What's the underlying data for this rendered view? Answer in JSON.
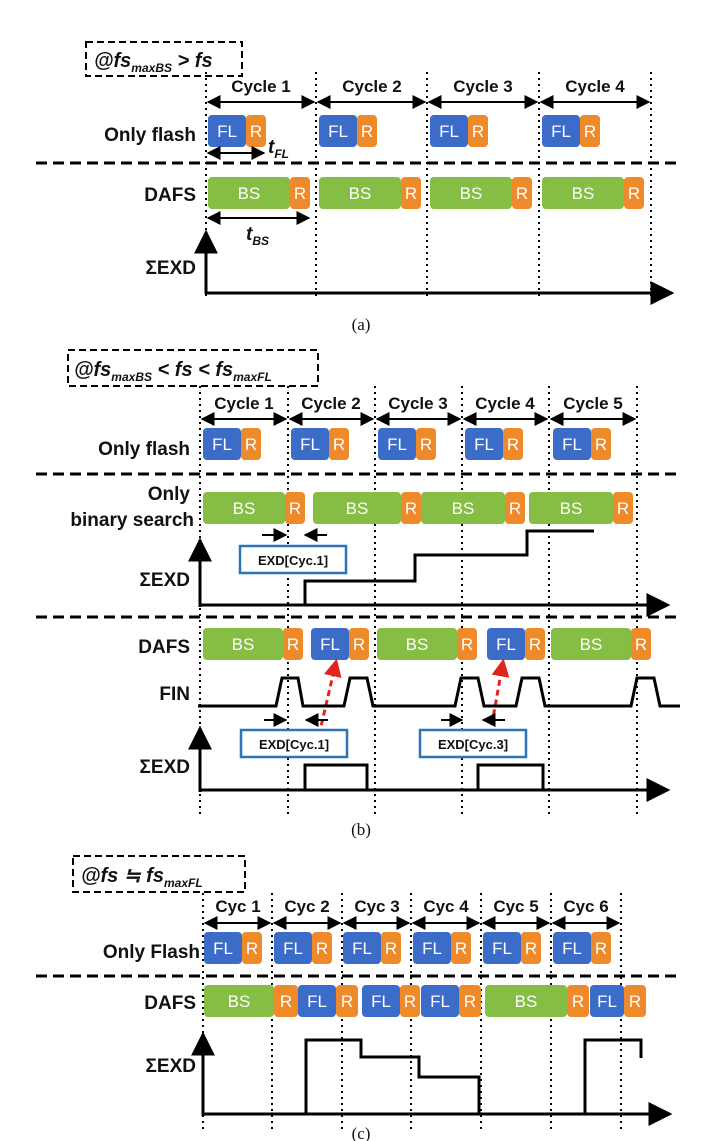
{
  "colors": {
    "fl_block": "#3a6cc8",
    "bs_block": "#86bd45",
    "r_block": "#ee8a2a",
    "exd_box_border": "#2e75b6",
    "dashed_arrow": "#e0261b",
    "line": "#000000"
  },
  "blocks": {
    "fl": "FL",
    "bs": "BS",
    "r": "R"
  },
  "panel_a": {
    "title_main": "@fs",
    "title_sub": "maxBS",
    "title_rest": " > fs",
    "cycles": [
      "Cycle 1",
      "Cycle 2",
      "Cycle 3",
      "Cycle 4"
    ],
    "row_only_flash": "Only flash",
    "row_dafs": "DAFS",
    "row_sum": "ΣEXD",
    "t_fl_main": "t",
    "t_fl_sub": "FL",
    "t_bs_main": "t",
    "t_bs_sub": "BS",
    "caption": "(a)"
  },
  "panel_b": {
    "title_main": "@fs",
    "title_sub1": "maxBS",
    "title_mid": " < fs < fs",
    "title_sub2": "maxFL",
    "cycles": [
      "Cycle 1",
      "Cycle 2",
      "Cycle 3",
      "Cycle 4",
      "Cycle 5"
    ],
    "row_only_flash": "Only flash",
    "row_only_bs_1": "Only",
    "row_only_bs_2": "binary search",
    "row_sum": "ΣEXD",
    "row_dafs": "DAFS",
    "row_fin": "FIN",
    "exd_label_1": "EXD[Cyc.1]",
    "exd_label_2": "EXD[Cyc.1]",
    "exd_label_3": "EXD[Cyc.3]",
    "caption": "(b)"
  },
  "panel_c": {
    "title_main": "@fs ≒ fs",
    "title_sub": "maxFL",
    "cycles": [
      "Cyc 1",
      "Cyc 2",
      "Cyc 3",
      "Cyc 4",
      "Cyc 5",
      "Cyc 6"
    ],
    "row_only_flash": "Only Flash",
    "row_dafs": "DAFS",
    "row_sum": "ΣEXD",
    "caption": "(c)"
  }
}
